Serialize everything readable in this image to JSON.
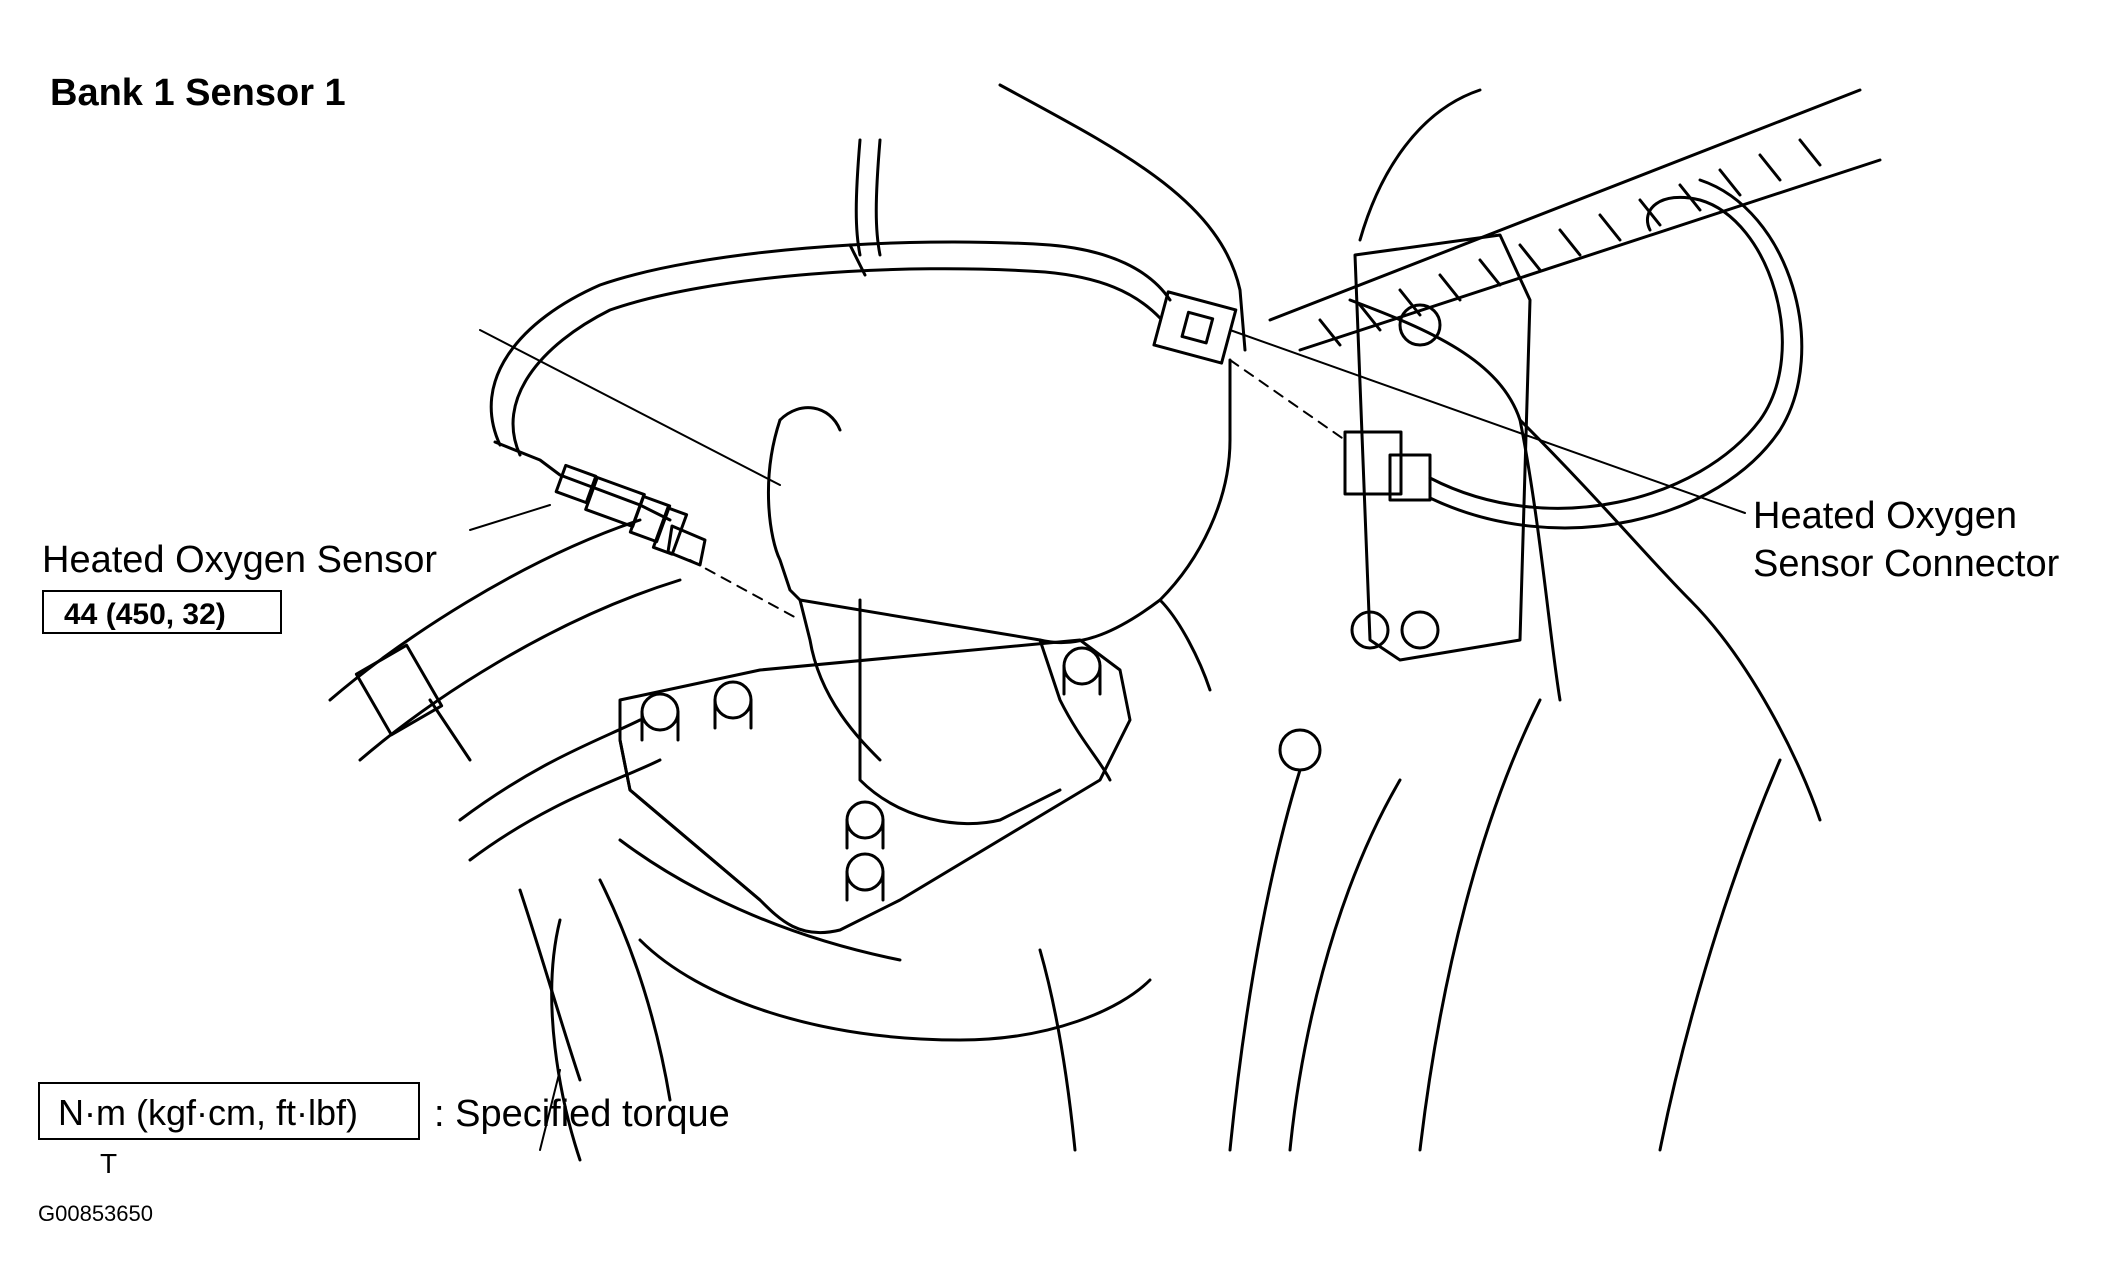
{
  "title": "Bank 1 Sensor 1",
  "sensor": {
    "name": "Heated Oxygen Sensor",
    "torque": "44 (450, 32)"
  },
  "connector": {
    "line1": "Heated Oxygen",
    "line2": "Sensor Connector"
  },
  "legend": {
    "unit": "N·m (kgf·cm, ft·lbf)",
    "description": ": Specified torque",
    "symbol": "T"
  },
  "figure_code": "G00853650"
}
